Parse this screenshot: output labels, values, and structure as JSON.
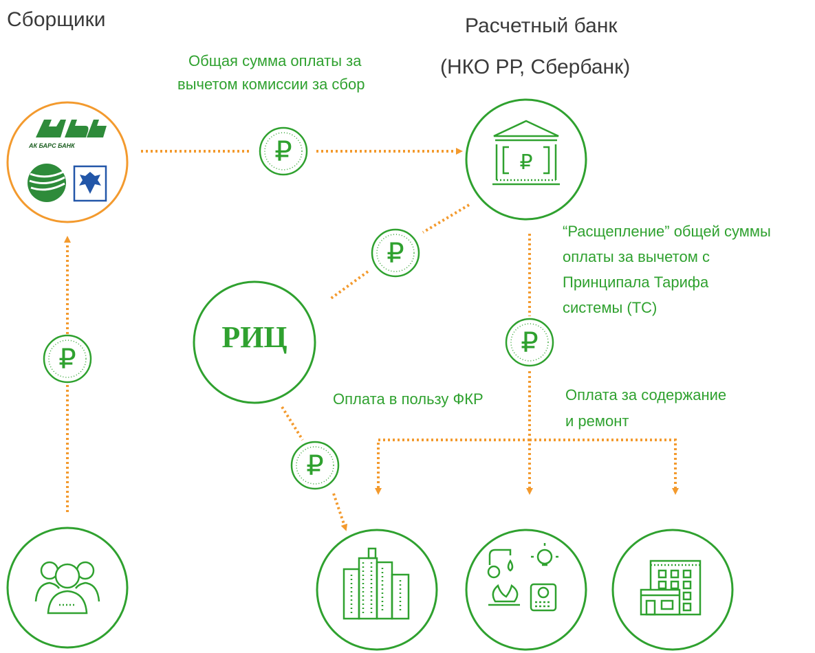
{
  "labels": {
    "collectors": "Сборщики",
    "bank_line1": "Расчетный банк",
    "bank_line2": "(НКО РР, Сбербанк)",
    "total_line1": "Общая сумма оплаты за",
    "total_line2": "вычетом комиссии за сбор",
    "split_line1": "“Расщепление” общей суммы",
    "split_line2": "оплаты за вычетом с",
    "split_line3": "Принципала Тарифа",
    "split_line4": "системы (ТС)",
    "fkr": "Оплата в пользу ФКР",
    "maint_line1": "Оплата за содержание",
    "maint_line2": "и ремонт",
    "ric": "РИЦ",
    "ak_bars": "АК БАРС БАНК"
  },
  "currency_symbol": "₽",
  "colors": {
    "green": "#2fa12f",
    "orange": "#f39a2e",
    "text_dark": "#3a3a3a",
    "sber_green": "#2e8b3a",
    "post_blue": "#2256a8"
  },
  "icons": {
    "collectors_node": "banks-logos-icon",
    "bank_node": "bank-building-icon",
    "payers_node": "people-group-icon",
    "fkr_node": "apartment-buildings-icon",
    "utilities_node": "utilities-icon",
    "maintenance_node": "house-repair-icon"
  }
}
